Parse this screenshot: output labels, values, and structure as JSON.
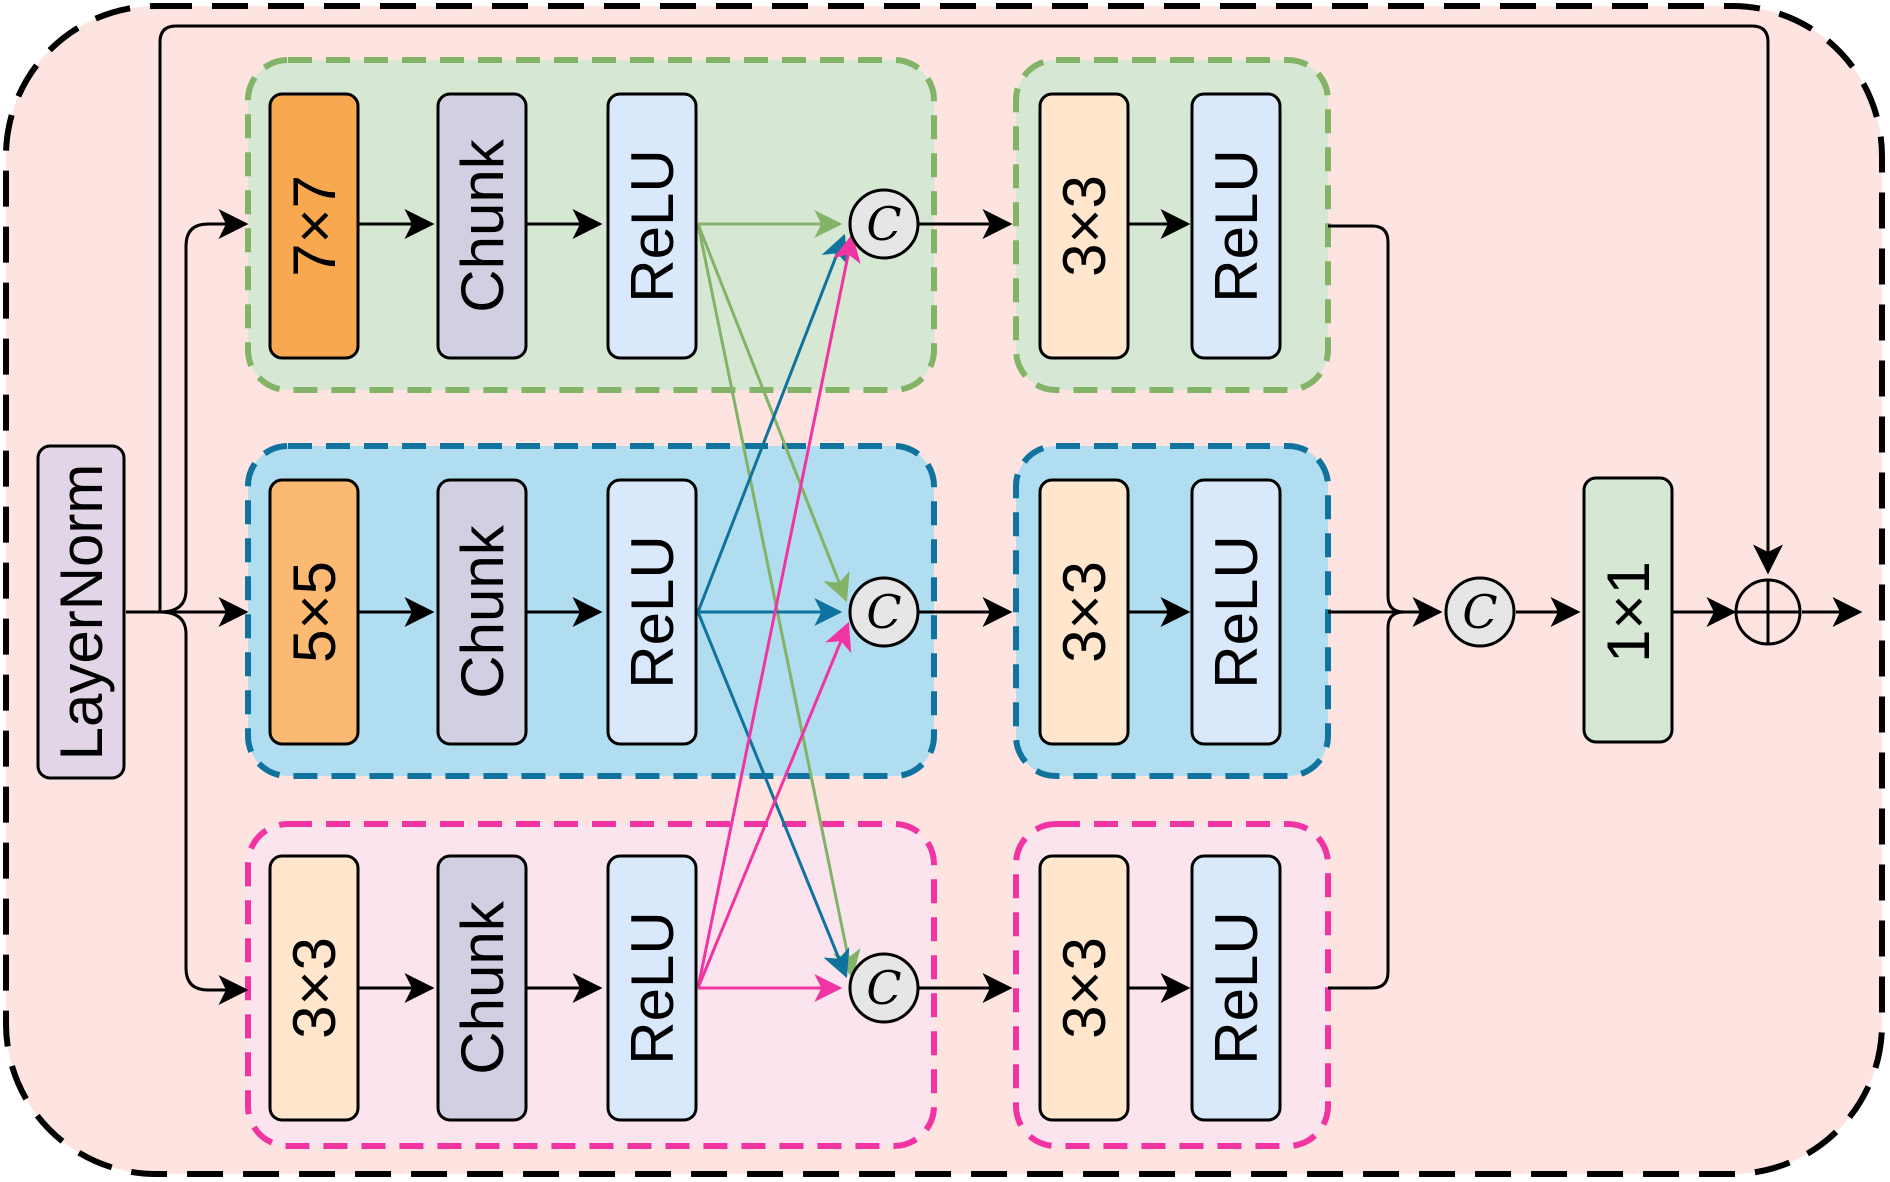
{
  "input": {
    "label": "LayerNorm"
  },
  "branches": [
    {
      "conv_label": "7×7",
      "chunk_label": "Chunk",
      "act_label": "ReLU"
    },
    {
      "conv_label": "5×5",
      "chunk_label": "Chunk",
      "act_label": "ReLU"
    },
    {
      "conv_label": "3×3",
      "chunk_label": "Chunk",
      "act_label": "ReLU"
    }
  ],
  "refine": [
    {
      "conv_label": "3×3",
      "act_label": "ReLU"
    },
    {
      "conv_label": "3×3",
      "act_label": "ReLU"
    },
    {
      "conv_label": "3×3",
      "act_label": "ReLU"
    }
  ],
  "concat_symbol": "C",
  "projection": {
    "label": "1×1"
  },
  "add_symbol": "⊕",
  "colors": {
    "outer_fill": "#fde4e1",
    "branch1_fill": "#d6e8d4",
    "branch1_border": "#82b366",
    "branch2_fill": "#b1ddf0",
    "branch2_border": "#10739e",
    "branch3_fill": "#fce4ef",
    "branch3_border": "#f035a3",
    "conv7_fill": "#f8a84f",
    "conv5_fill": "#fbb971",
    "conv3_fill": "#ffe6cc",
    "chunk_fill": "#d1cfe2",
    "relu_fill": "#dae8fc",
    "layernorm_fill": "#e1d5e7",
    "proj_fill": "#d6e8d4"
  }
}
